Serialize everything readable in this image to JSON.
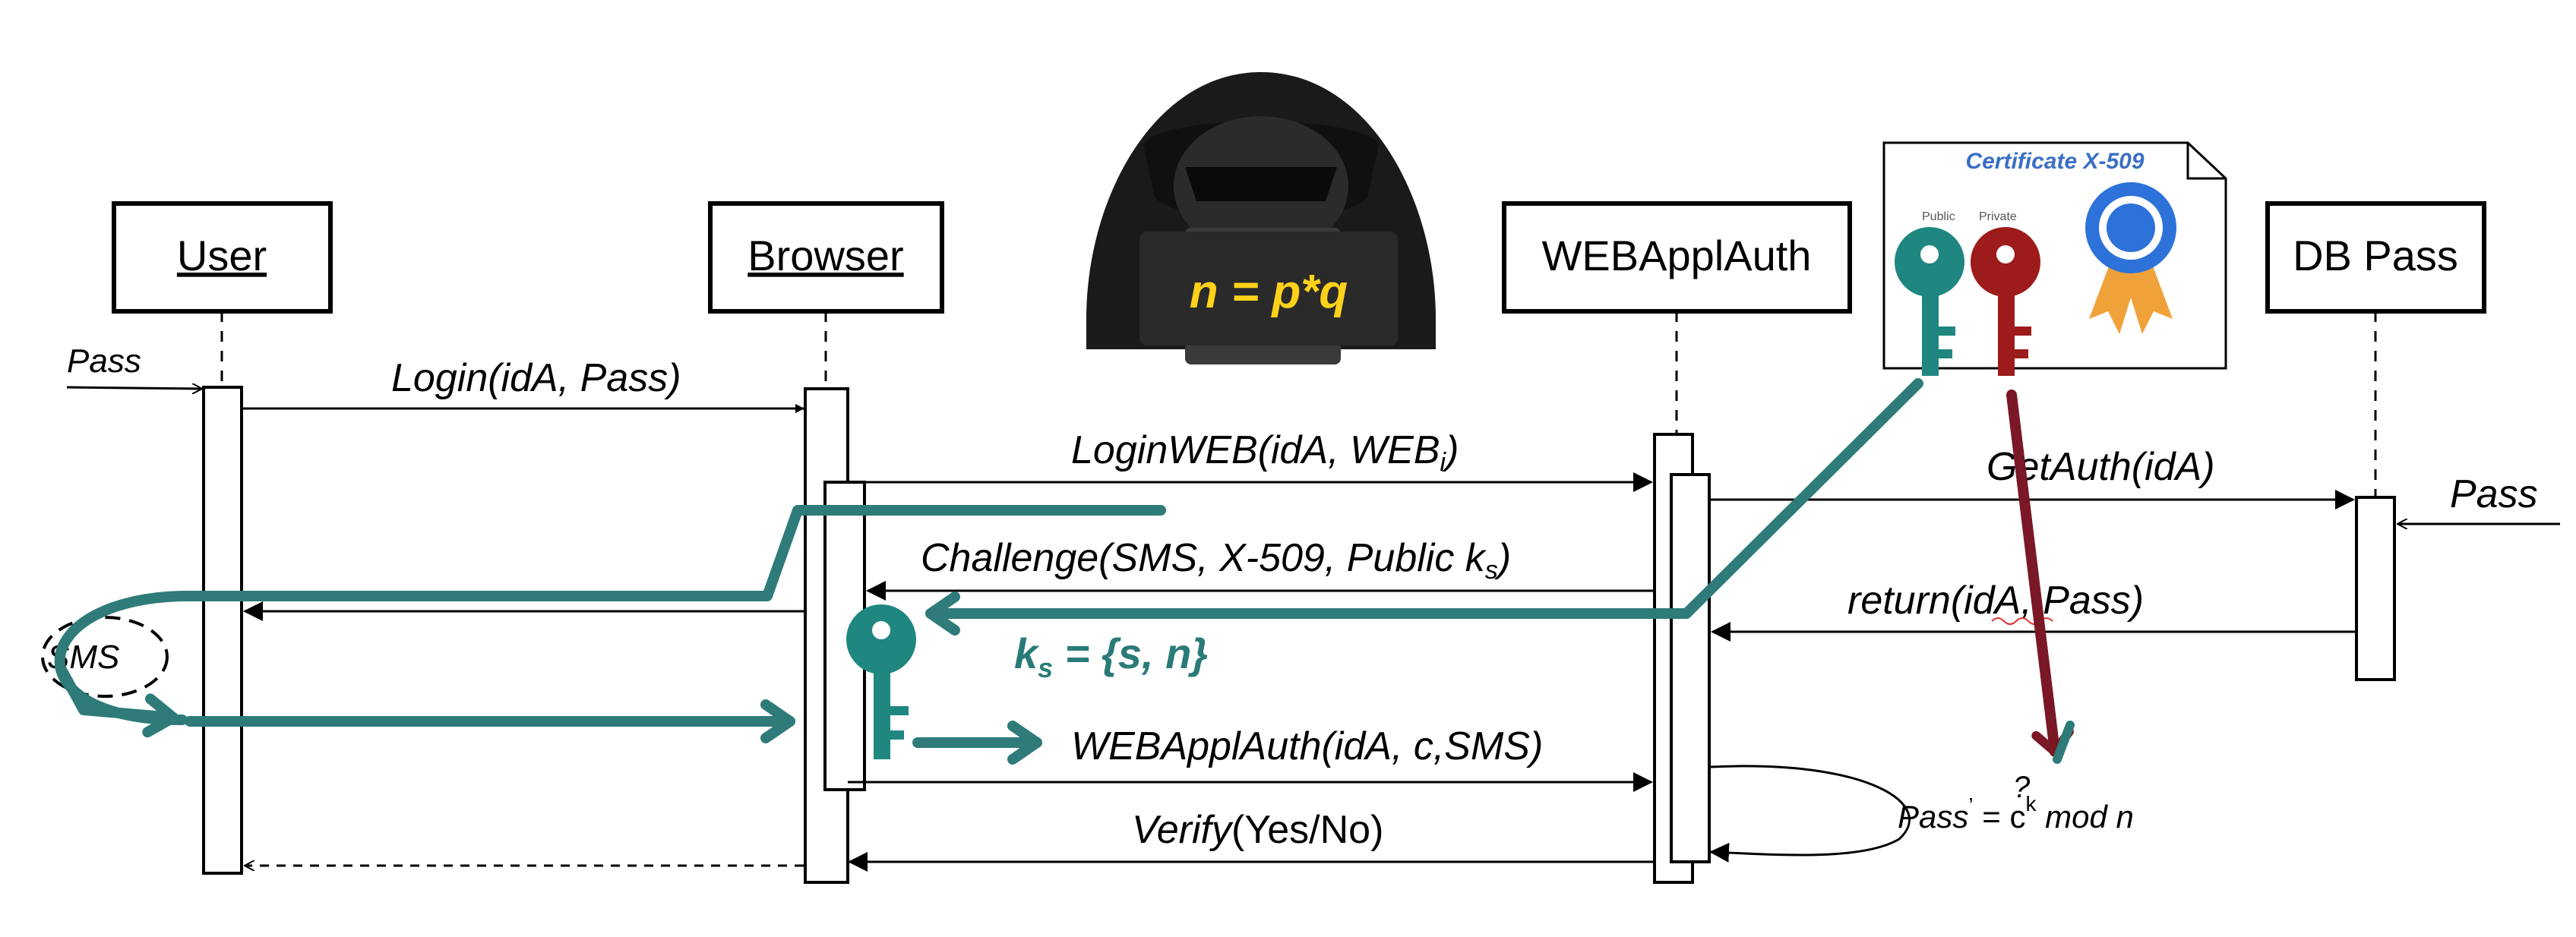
{
  "participants": {
    "user": "User",
    "browser": "Browser",
    "web": "WEBApplAuth",
    "db": "DB Pass"
  },
  "hacker_formula": "n = p*q",
  "certificate": {
    "title": "Certificate X-509",
    "public_label": "Public",
    "private_label": "Private"
  },
  "messages": {
    "pass_in_user": "Pass",
    "login": [
      "Login",
      "(idA, Pass)"
    ],
    "loginweb": [
      "LoginWEB",
      "(idA, WEB",
      "i",
      ")"
    ],
    "getauth": "GetAuth(idA)",
    "pass_in_db": "Pass",
    "challenge": [
      "Challenge(SMS, X-509, Public k",
      "s",
      ")"
    ],
    "ret": "return(idA, Pass)",
    "sms": "SMS",
    "key_eq": [
      "k",
      "s",
      " = {s, n}"
    ],
    "webapplauth": "WEBApplAuth(idA, c,SMS)",
    "verify": [
      "Verify",
      "(Yes/No)"
    ],
    "self_q": "?",
    "self_check": [
      "Pass",
      "’",
      " = c",
      "k",
      " mod n"
    ]
  },
  "colors": {
    "teal": "#2e7b7a",
    "maroon": "#7a1826",
    "key_teal": "#1f8780",
    "key_red": "#9e1b1b",
    "medal_blue": "#2d72d9",
    "ribbon_orange": "#f0a23a",
    "hacker_text": "#ffd21a"
  },
  "icons": [
    "hacker-icon",
    "certificate-icon",
    "public-key-icon",
    "private-key-icon",
    "seal-icon",
    "session-key-icon"
  ]
}
